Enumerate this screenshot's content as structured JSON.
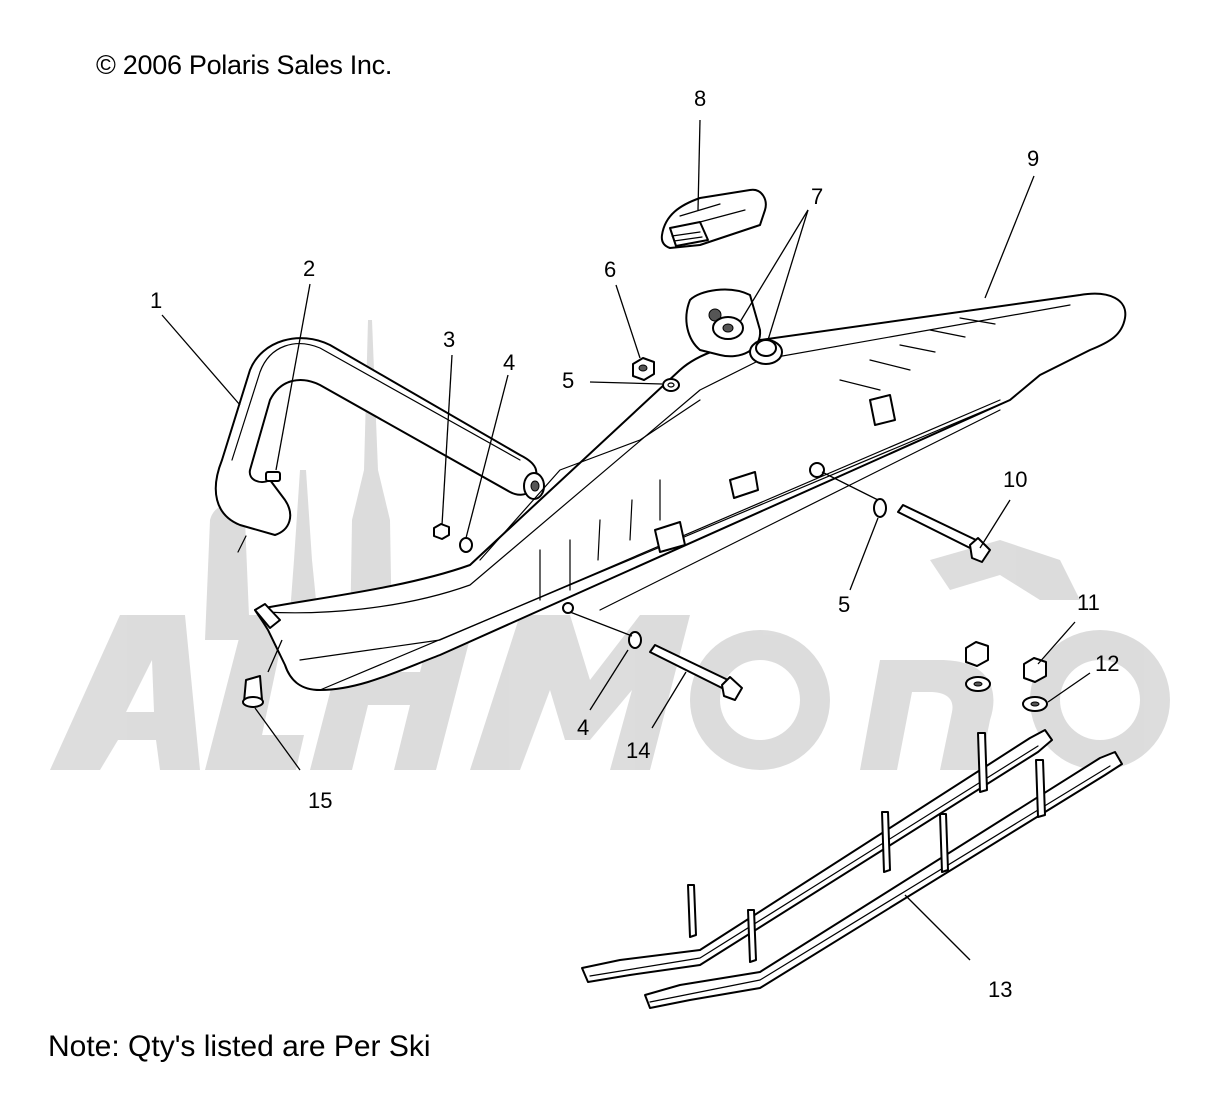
{
  "copyright": "© 2006 Polaris Sales Inc.",
  "note": "Note: Qty's listed are Per Ski",
  "watermark": "AchMoto",
  "callouts": [
    "1",
    "2",
    "3",
    "4",
    "5",
    "6",
    "7",
    "8",
    "9",
    "10",
    "11",
    "12",
    "13",
    "4",
    "5",
    "14",
    "15"
  ],
  "colors": {
    "line": "#000000",
    "watermark": "#d9d9d9",
    "background": "#ffffff"
  }
}
